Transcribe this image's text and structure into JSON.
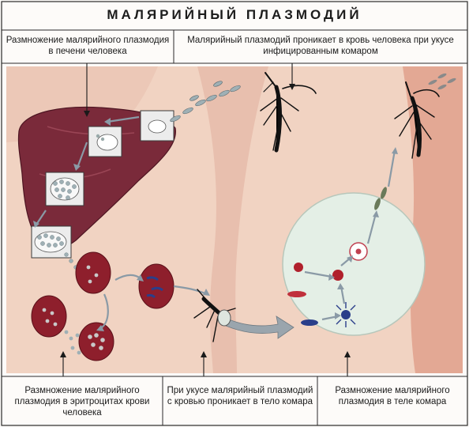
{
  "title": "МАЛЯРИЙНЫЙ ПЛАЗМОДИЙ",
  "captions": {
    "top_left": "Размножение малярийного плазмодия в печени человека",
    "top_right": "Малярийный плазмодий проникает в кровь человека при укусе инфицированным комаром",
    "bottom_left": "Размножение малярийного плазмодия в эритроцитах крови человека",
    "bottom_middle": "При укусе малярийный плазмодий с кровью проникает в тело комара",
    "bottom_right": "Размножение малярийного плазмодия в теле комара"
  },
  "colors": {
    "frame": "#2a2a2a",
    "skin": "#f1d3c2",
    "skin_dark": "#d99a85",
    "liver": "#7a2a3a",
    "erythrocyte": "#8e1f2c",
    "mosquito_gut": "#e4efe6",
    "accent_arrow": "#8a9aa6"
  },
  "icons": [
    "mosquito-icon",
    "liver-icon",
    "red-blood-cell-icon",
    "sporozoite-icon",
    "arrow-icon"
  ]
}
